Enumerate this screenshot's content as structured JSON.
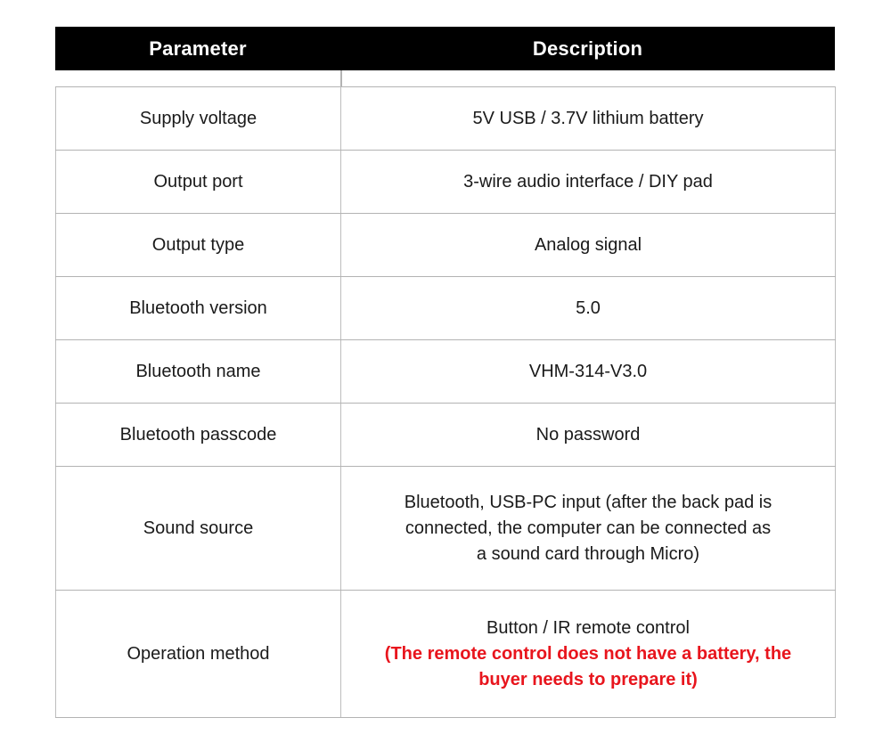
{
  "table": {
    "headers": [
      "Parameter",
      "Description"
    ],
    "header_bg": "#000000",
    "header_fg": "#ffffff",
    "border_color": "#bdbdbd",
    "note_color": "#e8151d",
    "rows": [
      {
        "parameter": "Supply voltage",
        "description_lines": [
          "5V USB / 3.7V lithium battery"
        ],
        "note_lines": []
      },
      {
        "parameter": "Output port",
        "description_lines": [
          "3-wire audio interface / DIY pad"
        ],
        "note_lines": []
      },
      {
        "parameter": "Output type",
        "description_lines": [
          "Analog signal"
        ],
        "note_lines": []
      },
      {
        "parameter": "Bluetooth version",
        "description_lines": [
          "5.0"
        ],
        "note_lines": []
      },
      {
        "parameter": "Bluetooth name",
        "description_lines": [
          "VHM-314-V3.0"
        ],
        "note_lines": []
      },
      {
        "parameter": "Bluetooth passcode",
        "description_lines": [
          "No password"
        ],
        "note_lines": []
      },
      {
        "parameter": "Sound source",
        "description_lines": [
          "Bluetooth, USB-PC input (after the back pad is",
          "connected, the computer can be connected as",
          "a sound card through Micro)"
        ],
        "note_lines": []
      },
      {
        "parameter": "Operation method",
        "description_lines": [
          "Button / IR remote control"
        ],
        "note_lines": [
          "(The remote control does not have a battery, the",
          "buyer needs to prepare it)"
        ]
      }
    ]
  }
}
